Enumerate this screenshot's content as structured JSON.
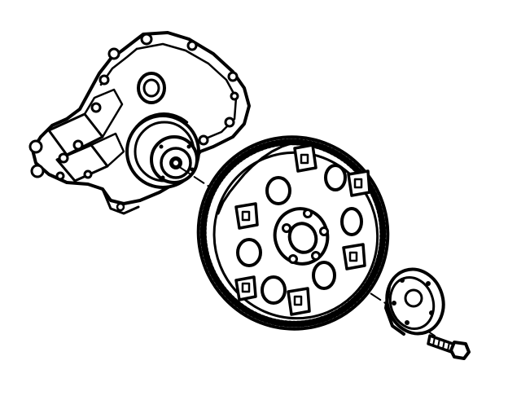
{
  "diagram": {
    "type": "exploded-parts-view",
    "parts": [
      {
        "id": "engine-block",
        "icon": "engine-block-icon"
      },
      {
        "id": "flywheel",
        "icon": "flexplate-ring-gear-icon"
      },
      {
        "id": "retainer-plate",
        "icon": "retainer-washer-icon"
      },
      {
        "id": "bolt",
        "icon": "bolt-icon"
      }
    ],
    "colors": {
      "ink": "#000000",
      "background": "#ffffff"
    }
  }
}
